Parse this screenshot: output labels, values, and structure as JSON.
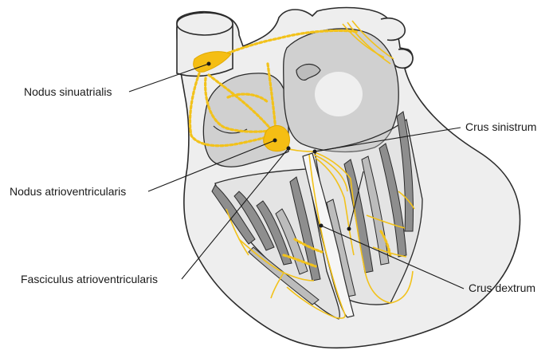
{
  "labels": {
    "nodus_sinuatrialis": "Nodus sinuatrialis",
    "nodus_atrioventricularis": "Nodus atrioventricularis",
    "fasciculus_atrioventricularis": "Fasciculus atrioventricularis",
    "crus_sinistrum": "Crus sinistrum",
    "crus_dextrum": "Crus dextrum"
  },
  "colors": {
    "conduction_system": "#f2c21b",
    "heart_wall": "#eeeeee",
    "chamber": "#d0d0d0",
    "trabeculae": "#8e8e8e",
    "outline": "#2b2b2b"
  }
}
